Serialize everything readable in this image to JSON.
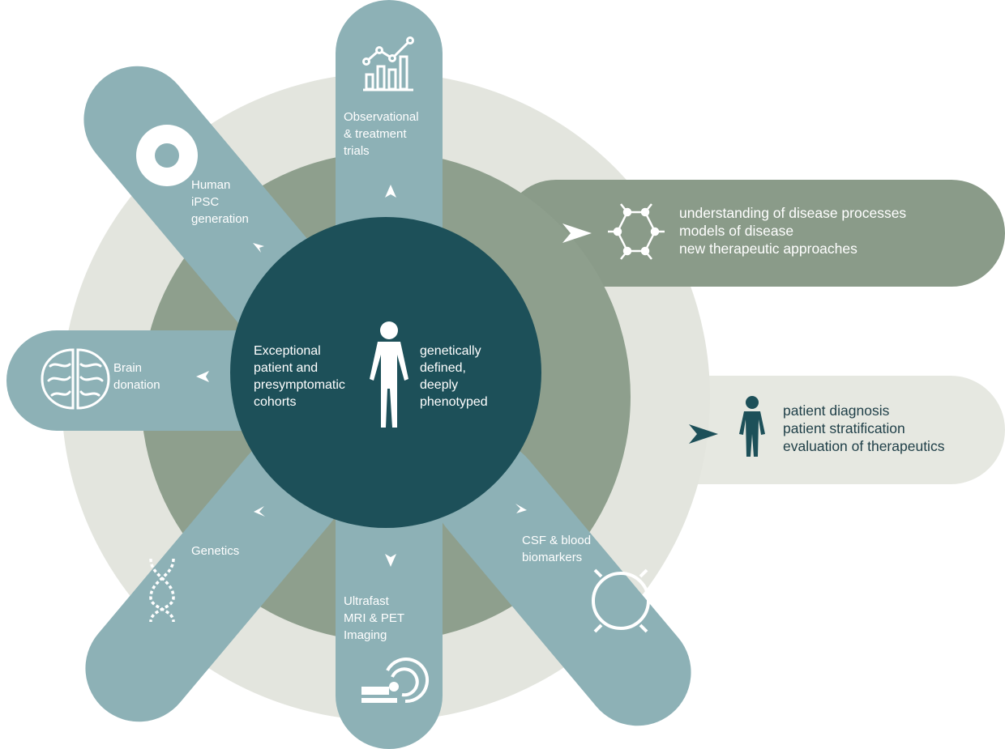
{
  "center": {
    "left_lines": [
      "Exceptional",
      "patient and",
      "presymptomatic",
      "cohorts"
    ],
    "right_lines": [
      "genetically",
      "defined,",
      "deeply",
      "phenotyped"
    ]
  },
  "arms": [
    {
      "id": "trials",
      "icon": "chart-icon",
      "lines": [
        "Observational",
        "& treatment",
        "trials"
      ]
    },
    {
      "id": "ipsc",
      "icon": "cell-icon",
      "lines": [
        "Human",
        "iPSC",
        "generation"
      ]
    },
    {
      "id": "brain",
      "icon": "brain-icon",
      "lines": [
        "Brain",
        "donation"
      ]
    },
    {
      "id": "genetics",
      "icon": "dna-icon",
      "lines": [
        "Genetics"
      ]
    },
    {
      "id": "imaging",
      "icon": "scanner-icon",
      "lines": [
        "Ultrafast",
        "MRI & PET",
        "Imaging"
      ]
    },
    {
      "id": "biomarkers",
      "icon": "sample-ring-icon",
      "lines": [
        "CSF & blood",
        "biomarkers"
      ]
    }
  ],
  "outputs": {
    "research": {
      "icon": "network-icon",
      "lines": [
        "understanding of disease processes",
        "models of disease",
        "new therapeutic approaches"
      ]
    },
    "clinical": {
      "icon": "person-icon",
      "lines": [
        "patient diagnosis",
        "patient stratification",
        "evaluation of therapeutics"
      ]
    }
  },
  "colors": {
    "outer_ring": "#e3e5de",
    "middle_ring": "#8e9f8d",
    "core": "#1d5059",
    "arm": "#8db1b6",
    "research_band": "#8a9b89",
    "clinical_band": "#e6e8e1",
    "text_light": "#ffffff",
    "text_dark": "#1f3f48"
  }
}
